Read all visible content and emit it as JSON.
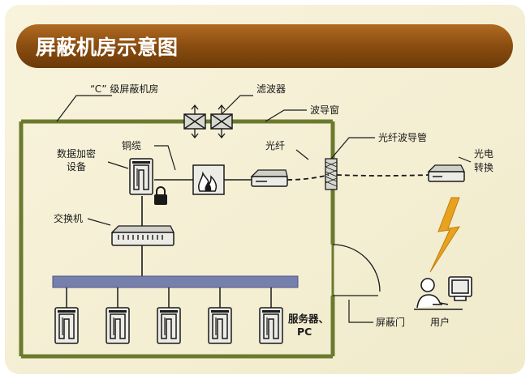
{
  "title": "屏蔽机房示意图",
  "labels": {
    "room": "“C” 级屏蔽机房",
    "filter": "滤波器",
    "waveguide_window": "波导窗",
    "fiber_waveguide": "光纤波导管",
    "fiber": "光纤",
    "copper": "铜缆",
    "encrypt_line1": "数据加密",
    "encrypt_line2": "设备",
    "switch": "交换机",
    "oe_line1": "光电",
    "oe_line2": "转换",
    "servers_line1": "服务器、",
    "servers_line2": "PC",
    "shield_door": "屏蔽门",
    "user": "用户"
  },
  "colors": {
    "background": "#f6f1d8",
    "title_bar": "#8a4d10",
    "wall": "#6b7a2e",
    "bus": "#7680ad",
    "lightning": "#e8a21e"
  },
  "icons": [
    "server-tower-icon",
    "lock-icon",
    "firewall-icon",
    "modem-icon",
    "switch-icon",
    "filter-icon",
    "waveguide-icon",
    "user-computer-icon",
    "lightning-icon"
  ]
}
